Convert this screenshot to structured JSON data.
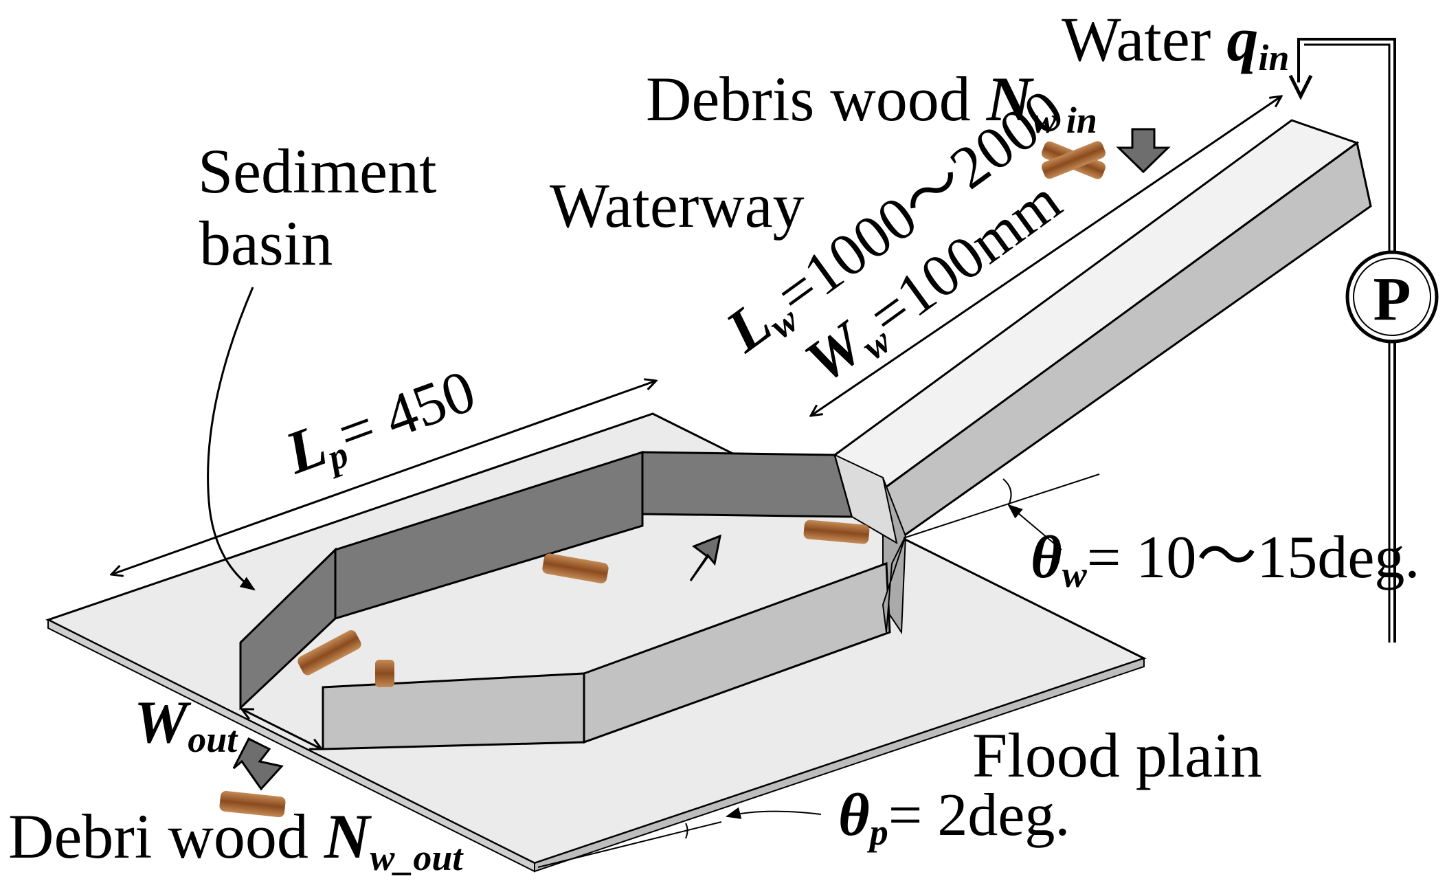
{
  "labels": {
    "water": "Water",
    "debris_in": "Debris wood",
    "sediment": "Sediment",
    "basin": "basin",
    "waterway": "Waterway",
    "flood_plain": "Flood plain",
    "debri_out": "Debri wood",
    "pump": "P"
  },
  "math": {
    "q_sym": "q",
    "q_sub": "in",
    "nin_sym": "N",
    "nin_sub": "w in",
    "lw_sym": "L",
    "lw_sub": "w",
    "lw_val": "=1000～2000",
    "ww_sym": "W",
    "ww_sub": "w",
    "ww_val": "=100mm",
    "lp_sym": "L",
    "lp_sub": "p",
    "lp_val": "= 450",
    "thw_sym": "θ",
    "thw_sub": "w",
    "thw_val": "= 10～15deg.",
    "wout_sym": "W",
    "wout_sub": "out",
    "thp_sym": "θ",
    "thp_sub": "p",
    "thp_val": "= 2deg.",
    "nout_sym": "N",
    "nout_sub": "w_out"
  },
  "colors": {
    "plate": "#ebebeb",
    "wall_dark": "#7a7a7a",
    "wall_light": "#c2c2c2",
    "wall_top": "#e6e6e6",
    "wood": "#9b5a2a",
    "arrow_fill": "#6e6e6e"
  }
}
